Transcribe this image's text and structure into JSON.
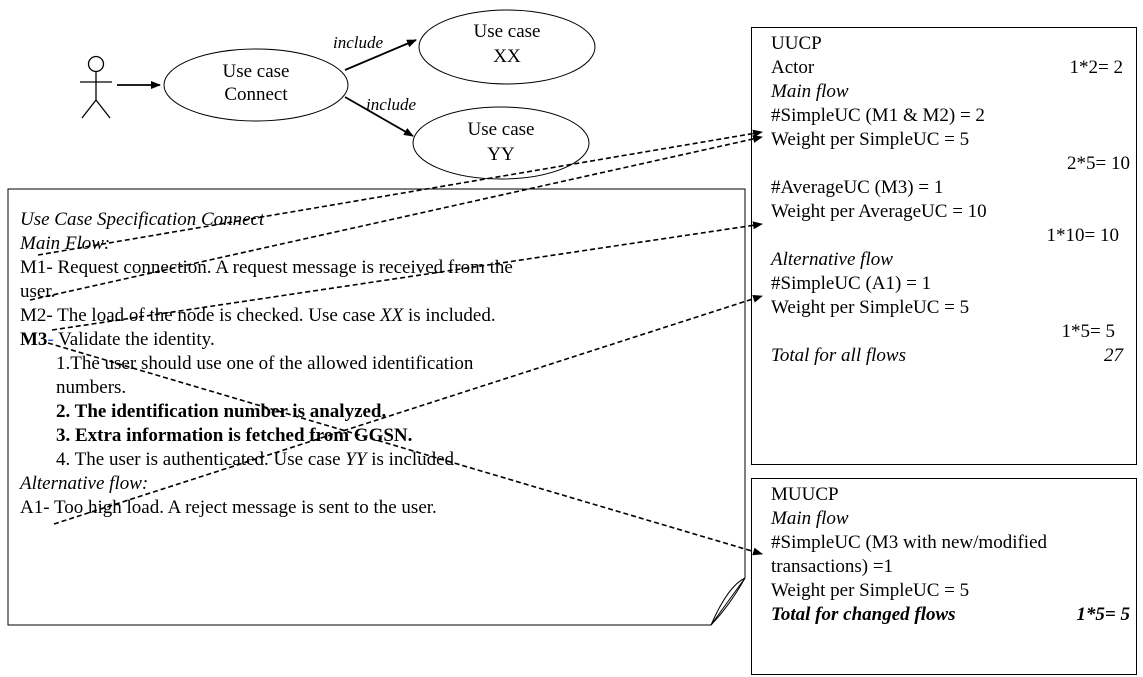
{
  "use_case_diagram": {
    "connect_line1": "Use case",
    "connect_line2": "Connect",
    "xx_line1": "Use case",
    "xx_line2": "XX",
    "yy_line1": "Use case",
    "yy_line2": "YY",
    "include_top": "include",
    "include_bottom": "include"
  },
  "spec": {
    "title": "Use Case Specification Connect",
    "main_flow_heading": "Main Flow:",
    "m1_a": "M1- Request connection. A request message is received from the",
    "m1_b": "user.",
    "m2_a": "M2- The load of the node is checked. Use case ",
    "m2_xx": "XX",
    "m2_b": " is included.",
    "m3_label": "M3",
    "m3_dash": "-",
    "m3_text": " Validate the identity.",
    "step1_a": "1.The user should use one of the allowed identification",
    "step1_b": "numbers.",
    "step2": "2. The identification number is analyzed.",
    "step3": "3. Extra information is fetched from GGSN.",
    "step4_a": "4. The user is authenticated. Use case ",
    "step4_yy": "YY",
    "step4_b": " is included",
    "alt_heading": "Alternative flow:",
    "a1": "A1- Too high load. A reject message is sent to the user."
  },
  "uucp": {
    "title": "UUCP",
    "actor_label": "Actor",
    "actor_value": "1*2= 2",
    "main_flow": "Main flow",
    "simple_count": "#SimpleUC (M1 & M2) = 2",
    "simple_weight": "Weight per SimpleUC = 5",
    "simple_calc": "2*5= 10",
    "average_count": "#AverageUC (M3) = 1",
    "average_weight": "Weight per AverageUC = 10",
    "average_calc": "1*10= 10",
    "alt_flow": "Alternative flow",
    "alt_count": "#SimpleUC (A1) = 1",
    "alt_weight": "Weight per SimpleUC = 5",
    "alt_calc": "1*5= 5",
    "total_label": "Total for all flows",
    "total_value": "27"
  },
  "muucp": {
    "title": "MUUCP",
    "main_flow": "Main flow",
    "count_a": "#SimpleUC (M3 with new/modified",
    "count_b": "transactions) =1",
    "weight": "Weight per SimpleUC = 5",
    "total_label": "Total for changed flows",
    "total_value": "1*5= 5"
  }
}
